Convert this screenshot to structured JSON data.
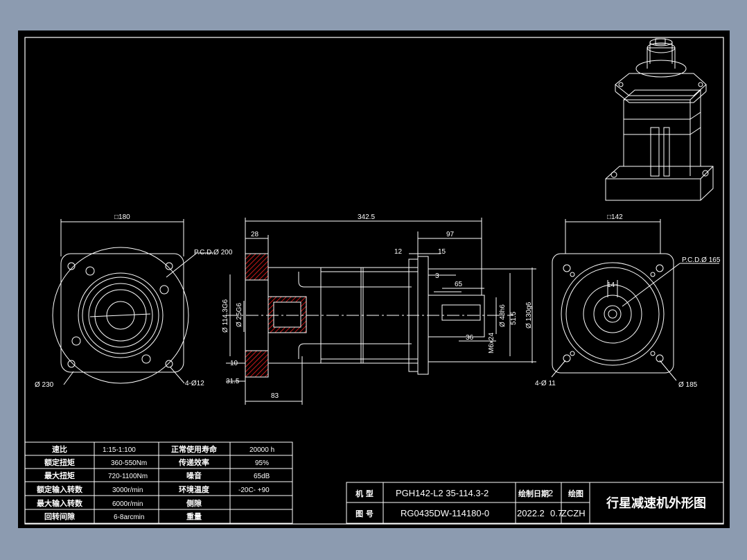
{
  "colors": {
    "page_bg": "#8c9bb0",
    "canvas_bg": "#000000",
    "line": "#ffffff",
    "hatch": "#ff2020"
  },
  "left_view": {
    "top_dim": "□180",
    "pcd": "P.C.D.Ø 200",
    "dia_outer": "Ø 230",
    "holes": "4-Ø12"
  },
  "section_view": {
    "overall_length": "342.5",
    "dim_28": "28",
    "dim_97": "97",
    "dim_12": "12",
    "dim_15": "15",
    "dim_3": "3",
    "dim_65": "65",
    "dim_36": "36",
    "dim_10": "10",
    "dim_31_5": "31.5",
    "dim_83": "83",
    "dia_114": "Ø 114.3G6",
    "dia_25": "Ø 25G6",
    "dia_48": "Ø 48h6",
    "dia_130": "Ø 130g6",
    "dim_51_5": "51.5",
    "thread": "M6x24"
  },
  "right_view": {
    "top_dim": "□142",
    "pcd": "P.C.D.Ø 165",
    "key": "14",
    "holes": "4-Ø 11",
    "dia_outer": "Ø 185"
  },
  "spec_table": {
    "rows": [
      {
        "label_a": "速比",
        "value_a": "1:15-1:100",
        "label_b": "正常使用寿命",
        "value_b": "20000 h"
      },
      {
        "label_a": "额定扭矩",
        "value_a": "360-550Nm",
        "label_b": "传递效率",
        "value_b": "95%"
      },
      {
        "label_a": "最大扭矩",
        "value_a": "720-1100Nm",
        "label_b": "噪音",
        "value_b": "65dB"
      },
      {
        "label_a": "额定输入转数",
        "value_a": "3000r/min",
        "label_b": "环境温度",
        "value_b": "-20C- +90"
      },
      {
        "label_a": "最大输入转数",
        "value_a": "6000r/min",
        "label_b": "侧隙",
        "value_b": ""
      },
      {
        "label_a": "回转间隙",
        "value_a": "6-8arcmin",
        "label_b": "重量",
        "value_b": ""
      }
    ]
  },
  "title_block": {
    "model_label": "机 型",
    "model_value": "PGH142-L2 35-114.3-2",
    "drawing_no_label": "图 号",
    "drawing_no_value": "RG0435DW-114180-0",
    "date_label": "绘制日期",
    "date_value": "2022.2",
    "drawer_label": "绘图",
    "drawer_value": "ZCZH",
    "overlap_a": "2",
    "overlap_b": "0.7",
    "drawing_title": "行星减速机外形图"
  }
}
